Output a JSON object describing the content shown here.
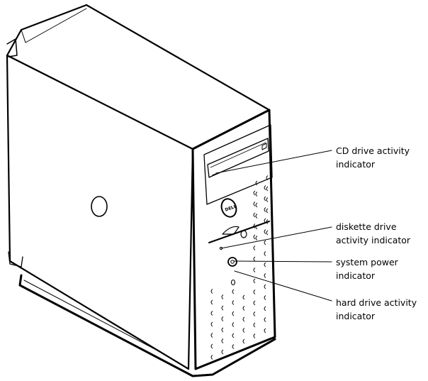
{
  "figure": {
    "kind": "line-art illustration of a tower computer front panel",
    "logo_text": "DELL",
    "callouts": [
      {
        "id": "cd",
        "lines": [
          "CD drive activity",
          "indicator"
        ]
      },
      {
        "id": "diskette",
        "lines": [
          "diskette drive",
          "activity indicator"
        ]
      },
      {
        "id": "power",
        "lines": [
          "system power",
          "indicator"
        ]
      },
      {
        "id": "hdd",
        "lines": [
          "hard drive activity",
          "indicator"
        ]
      }
    ]
  }
}
